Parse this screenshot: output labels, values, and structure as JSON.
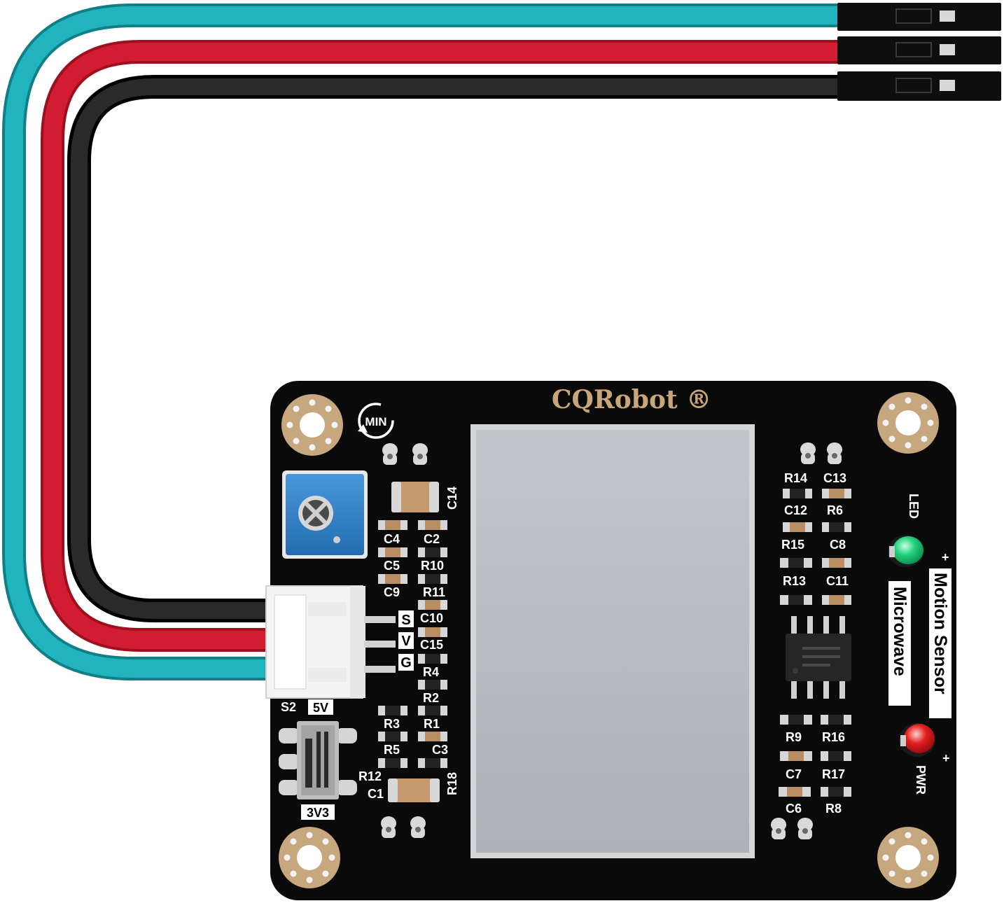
{
  "board": {
    "brand": "CQRobot ®",
    "potentiometer_label": "MIN",
    "title_motion": "Motion Sensor",
    "title_microwave": "Microwave",
    "led_label": "LED",
    "pwr_label": "PWR",
    "pin_s": "S",
    "pin_v": "V",
    "pin_g": "G",
    "switch_top": "S2",
    "switch_5v": "5V",
    "switch_3v3": "3V3",
    "left_labels": {
      "C14": "C14",
      "C4": "C4",
      "C2": "C2",
      "C5": "C5",
      "R10": "R10",
      "C9": "C9",
      "R11": "R11",
      "C10": "C10",
      "C15": "C15",
      "R4": "R4",
      "R2": "R2",
      "R3": "R3",
      "R1": "R1",
      "R5": "R5",
      "C3": "C3",
      "R12": "R12",
      "C1": "C1",
      "R18": "R18"
    },
    "right_labels": {
      "R14": "R14",
      "C13": "C13",
      "C12": "C12",
      "R6": "R6",
      "R15": "R15",
      "C8": "C8",
      "R13": "R13",
      "C11": "C11",
      "R9": "R9",
      "R16": "R16",
      "C7": "C7",
      "R17": "R17",
      "C6": "C6",
      "R8": "R8"
    }
  },
  "colors": {
    "wire_cyan": "#1aa9b3",
    "wire_red": "#d01a30",
    "wire_black": "#1e1e1e",
    "pcb": "#0b0b0b",
    "pad_gold": "#c7a77e",
    "brand_text": "#c9a57a",
    "sensor_window": "#b9bcc1",
    "pot_blue": "#2f7fc8",
    "led_green": "#1fd17a",
    "led_red": "#e21c1c"
  },
  "icons": {
    "potentiometer": "potentiometer-icon",
    "led_green": "led-green-icon",
    "led_red": "led-red-icon",
    "connector": "jst-connector-icon",
    "switch": "slide-switch-icon",
    "chip": "ic-chip-icon",
    "dupont": "dupont-connector-icon"
  }
}
